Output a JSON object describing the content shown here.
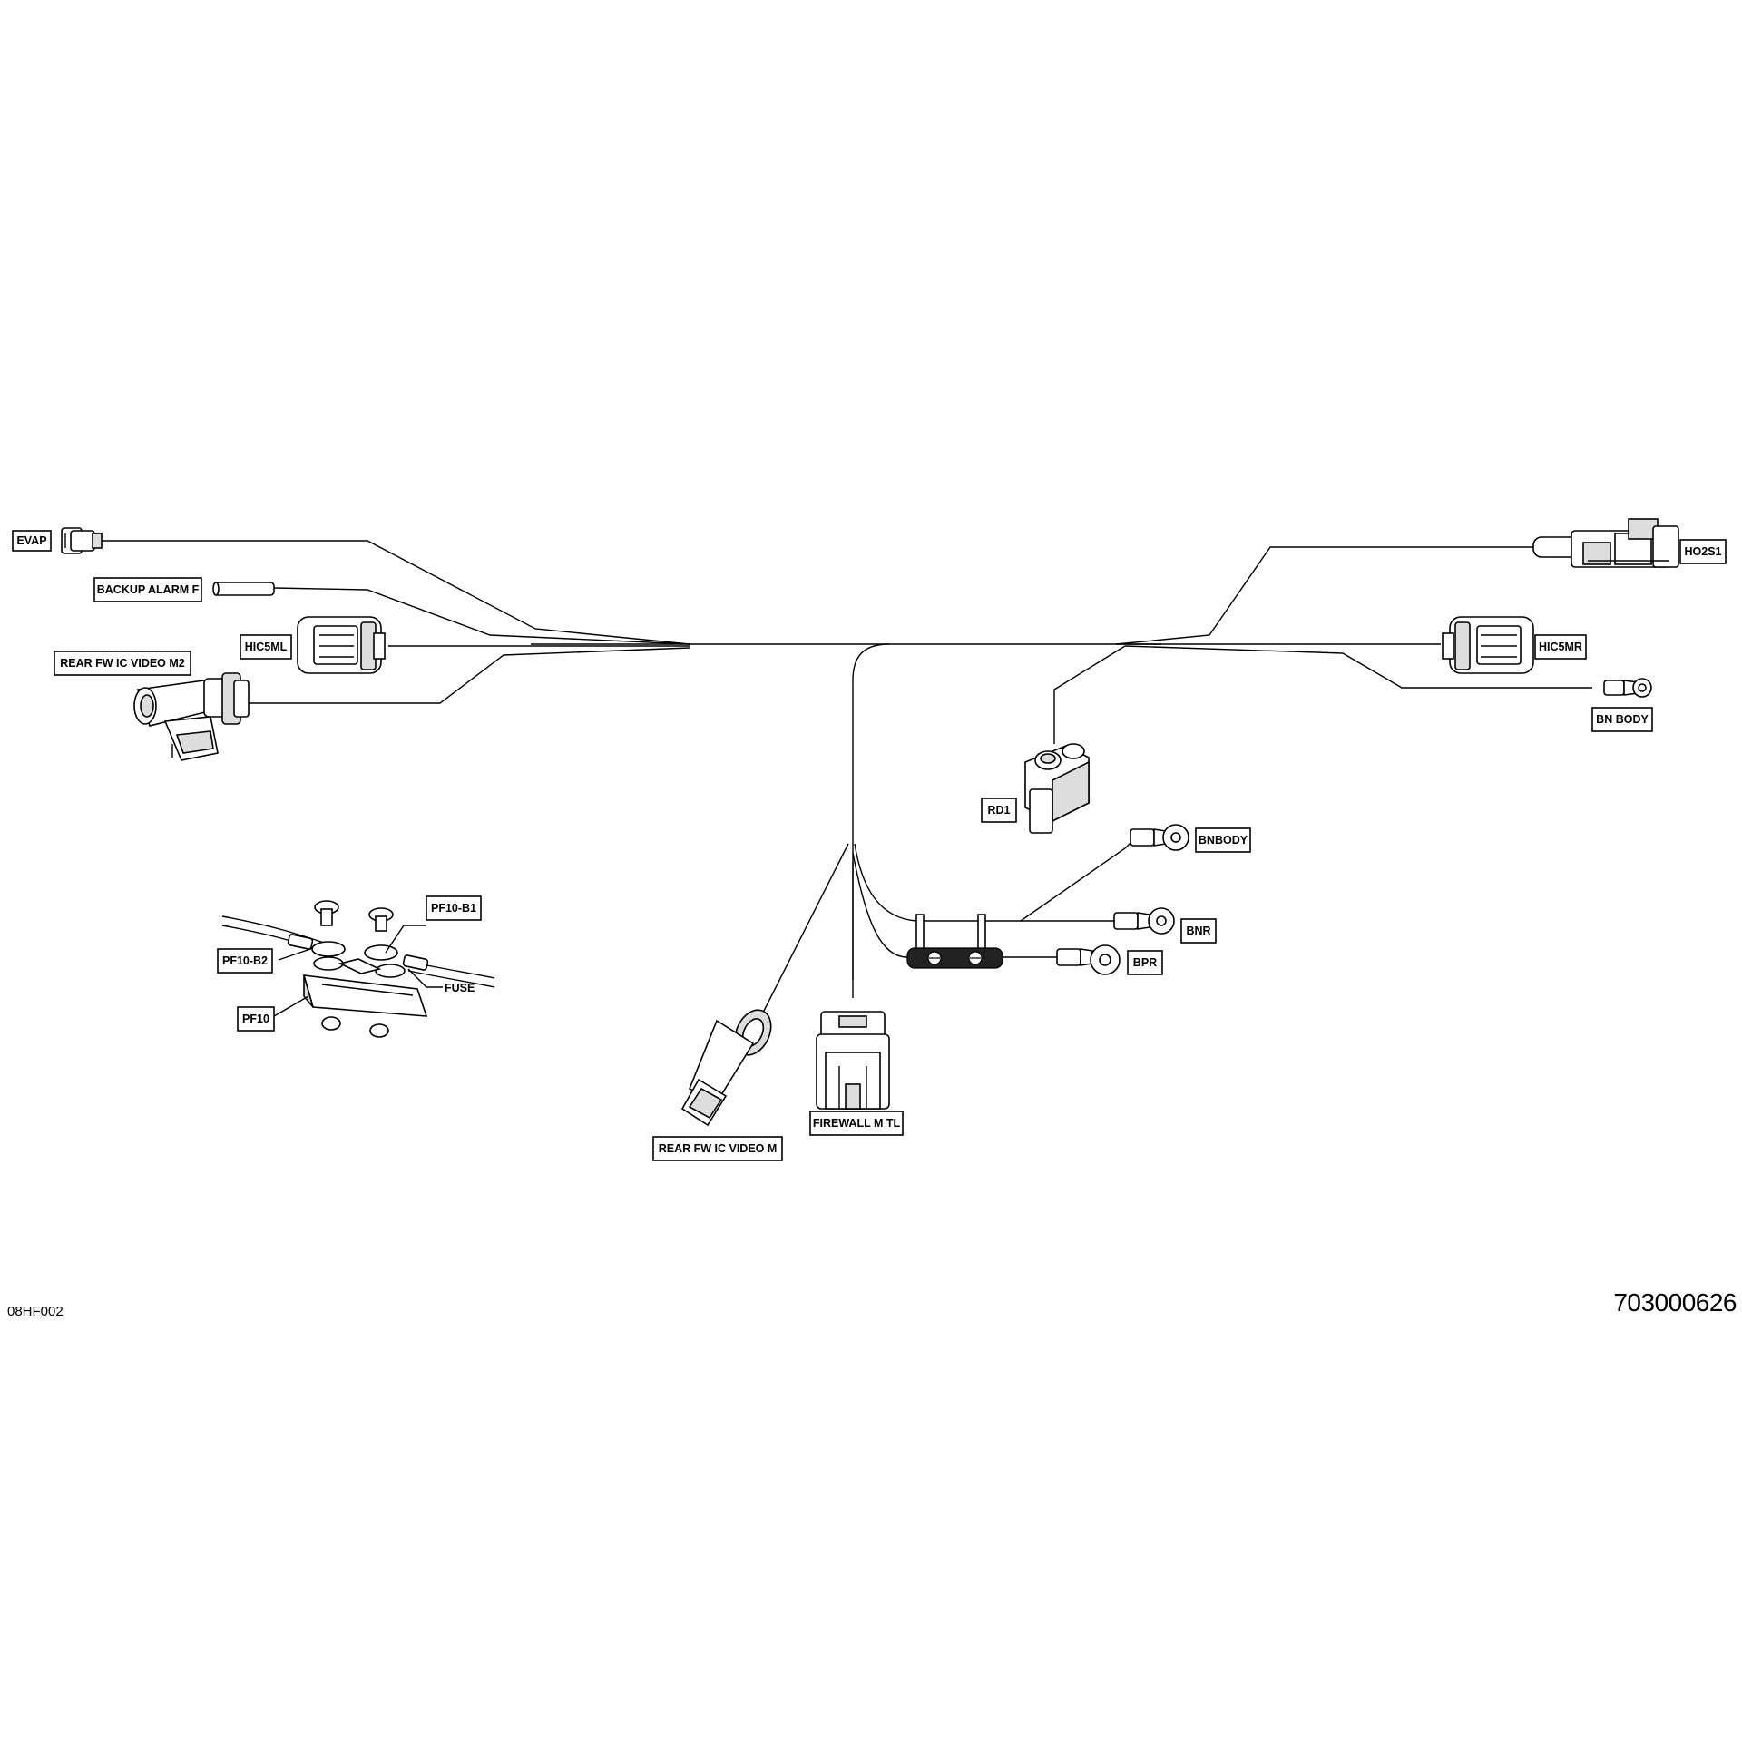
{
  "labels": {
    "evap": "EVAP",
    "backup_alarm": "BACKUP ALARM F",
    "hic5ml": "HIC5ML",
    "rear_fw_m2": "REAR FW IC VIDEO M2",
    "ho2s1": "HO2S1",
    "hic5mr": "HIC5MR",
    "bn_body": "BN BODY",
    "rd1": "RD1",
    "bnbody": "BNBODY",
    "bnr": "BNR",
    "bpr": "BPR",
    "pf10_b1": "PF10-B1",
    "pf10_b2": "PF10-B2",
    "fuse": "FUSE",
    "pf10": "PF10",
    "rear_fw_m": "REAR FW IC VIDEO M",
    "firewall": "FIREWALL M TL"
  },
  "footer": {
    "figure_id": "08HF002",
    "part_number": "703000626"
  }
}
